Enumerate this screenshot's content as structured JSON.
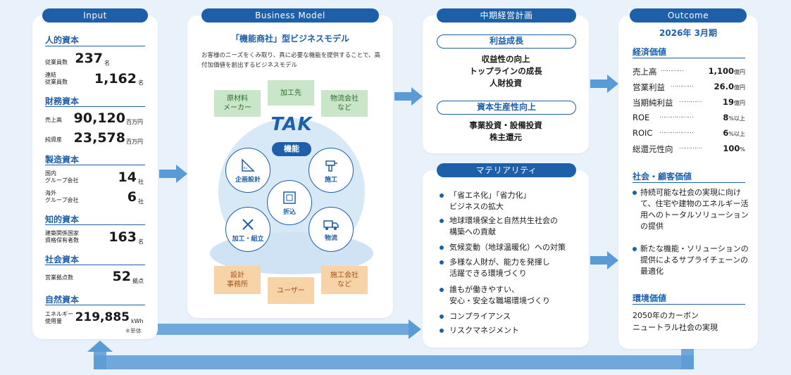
{
  "input": {
    "header": "Input",
    "sections": [
      {
        "title": "人的資本",
        "rows": [
          {
            "label": "従業員数",
            "value": "237",
            "unit": "名"
          },
          {
            "label": "連結\n従業員数",
            "value": "1,162",
            "unit": "名"
          }
        ]
      },
      {
        "title": "財務資本",
        "rows": [
          {
            "label": "売上高",
            "value": "90,120",
            "unit": "百万円"
          },
          {
            "label": "純資産",
            "value": "23,578",
            "unit": "百万円"
          }
        ]
      },
      {
        "title": "製造資本",
        "rows": [
          {
            "label": "国内\nグループ会社",
            "value": "14",
            "unit": "社"
          },
          {
            "label": "海外\nグループ会社",
            "value": "6",
            "unit": "社"
          }
        ]
      },
      {
        "title": "知的資本",
        "rows": [
          {
            "label": "建築関係国家\n資格保有者数",
            "value": "163",
            "unit": "名"
          }
        ]
      },
      {
        "title": "社会資本",
        "rows": [
          {
            "label": "営業拠点数",
            "value": "52",
            "unit": "拠点"
          }
        ]
      },
      {
        "title": "自然資本",
        "rows": [
          {
            "label": "エネルギー\n使用量",
            "value": "219,885",
            "unit": "kWh"
          }
        ]
      }
    ],
    "note": "※単体"
  },
  "business": {
    "header": "Business Model",
    "title": "「機能商社」型ビジネスモデル",
    "description": "お客様のニーズをくみ取り、真に必要な機能を提供することで、高付加価値を創出するビジネスモデル",
    "logo": "TAK",
    "center_label": "機能",
    "green_boxes": [
      "原材料\nメーカー",
      "加工先",
      "物流会社\nなど"
    ],
    "orange_boxes": [
      "設計\n事務所",
      "ユーザー",
      "施工会社\nなど"
    ],
    "functions": [
      {
        "label": "企画設計",
        "icon": "ruler-icon"
      },
      {
        "label": "施工",
        "icon": "drill-icon"
      },
      {
        "label": "折込",
        "icon": "blueprint-icon"
      },
      {
        "label": "加工・組立",
        "icon": "tools-icon"
      },
      {
        "label": "物流",
        "icon": "truck-icon"
      }
    ]
  },
  "plan": {
    "header": "中期経営計画",
    "pill1": "利益成長",
    "lines1": [
      "収益性の向上",
      "トップラインの成長",
      "人財投資"
    ],
    "pill2": "資本生産性向上",
    "lines2": [
      "事業投資・設備投資",
      "株主還元"
    ]
  },
  "materiality": {
    "header": "マテリアリティ",
    "items": [
      "「省エネ化」「省力化」\nビジネスの拡大",
      "地球環境保全と自然共生社会の\n構築への貢献",
      "気候変動（地球温暖化）への対策",
      "多様な人財が、能力を発揮し\n活躍できる環境づくり",
      "誰もが働きやすい、\n安心・安全な職場環境づくり",
      "コンプライアンス",
      "リスクマネジメント"
    ]
  },
  "outcome": {
    "header": "Outcome",
    "period": "2026年 3月期",
    "economic_title": "経済価値",
    "economic_rows": [
      {
        "k": "売上高",
        "dots": "…………",
        "v": "1,100",
        "u": "億円"
      },
      {
        "k": "営業利益",
        "dots": "…………",
        "v": "26.0",
        "u": "億円"
      },
      {
        "k": "当期純利益",
        "dots": "…………",
        "v": "19",
        "u": "億円"
      },
      {
        "k": "ROE",
        "dots": "………………",
        "v": "8",
        "u": "%以上"
      },
      {
        "k": "ROIC",
        "dots": "………………",
        "v": "6",
        "u": "%以上"
      },
      {
        "k": "総還元性向",
        "dots": "…………",
        "v": "100",
        "u": "%"
      }
    ],
    "social_title": "社会・顧客価値",
    "social_items": [
      "持続可能な社会の実現に向けて、住宅や建物のエネルギー活用へのトータルソリューションの提供",
      "新たな機能・ソリューションの提供によるサプライチェーンの最適化"
    ],
    "env_title": "環境価値",
    "env_text": "2050年のカーボン\nニュートラル社会の実現"
  },
  "colors": {
    "primary": "#1d5fa8",
    "arrow": "#5a9bd5",
    "green": "#c9e6c9",
    "orange": "#f9d3a8"
  }
}
